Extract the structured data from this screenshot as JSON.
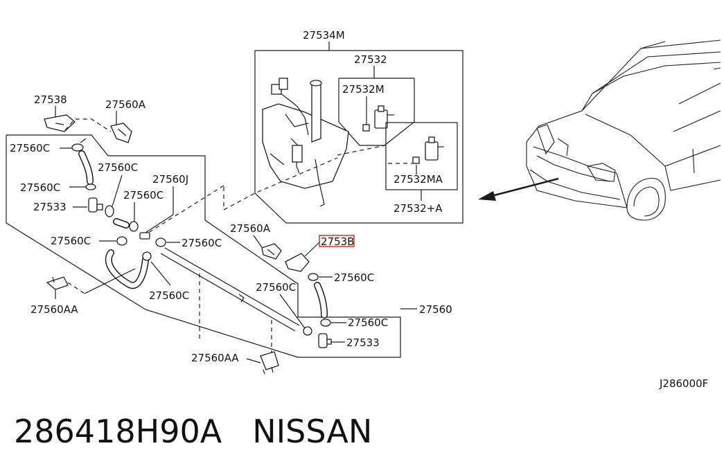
{
  "labels": {
    "p27534M": "27534M",
    "p27532": "27532",
    "p27532M": "27532M",
    "p27532MA": "27532MA",
    "p27532A": "27532+A",
    "p27538": "27538",
    "p27560A_top": "27560A",
    "p27560C_1": "27560C",
    "p27560C_2": "27560C",
    "p27560C_3": "27560C",
    "p27560J": "27560J",
    "p27560C_4": "27560C",
    "p27533_1": "27533",
    "p27560C_5": "27560C",
    "p27560C_6": "27560C",
    "p27560A_mid": "27560A",
    "p2753B": "2753B",
    "p27560C_7": "27560C",
    "p27560C_8": "27560C",
    "p27560AA_1": "27560AA",
    "p27560C_9": "27560C",
    "p27560": "27560",
    "p27560C_10": "27560C",
    "p27533_2": "27533",
    "p27560AA_2": "27560AA"
  },
  "diagram_code": "J286000F",
  "caption": {
    "part_number": "286418H90A",
    "brand": "NISSAN"
  },
  "colors": {
    "highlight": "#e53935",
    "ink": "#1a1a1a"
  }
}
